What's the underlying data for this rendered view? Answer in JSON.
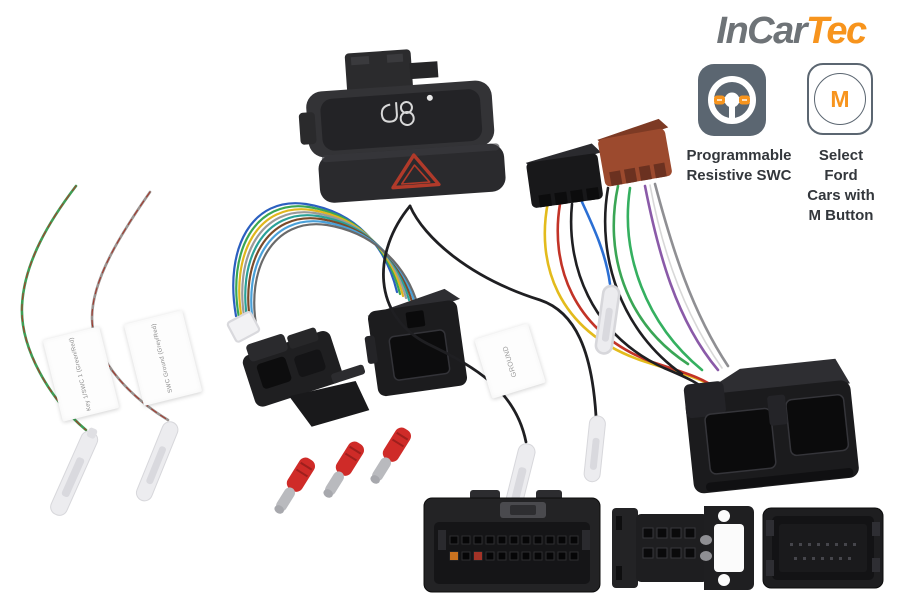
{
  "brand": {
    "text_primary": "InCar",
    "text_accent": "Tec",
    "primary_color": "#6e7377",
    "accent_color": "#f7941d"
  },
  "features": [
    {
      "icon": "steering-wheel-icon",
      "label": "Programmable Resistive SWC"
    },
    {
      "icon": "m-button-icon",
      "badge": "M",
      "label": "Select Ford Cars with M Button"
    }
  ],
  "wire_flags": [
    {
      "text": "Key 1/SWC 1 (Green/Red)"
    },
    {
      "text": "SWC Ground (Grey/Red)"
    },
    {
      "text": "GROUND"
    }
  ],
  "icons": [
    "steering-wheel-icon",
    "m-button-icon",
    "hazard-triangle-icon",
    "lock-glyph-icon"
  ],
  "colors": {
    "background": "#ffffff",
    "connector_black": "#1d1d1f",
    "iso_brown": "#9c4a2e",
    "bullet_red": "#cf2b28",
    "hazard_red": "#b03a2a",
    "wire_green": "#3aa655",
    "wire_blue": "#2b6fd4",
    "wire_yellow": "#e3bb1c",
    "wire_red": "#c23327",
    "wire_purple": "#8a5aa8",
    "wire_gray": "#9a9a9a",
    "wire_brown": "#7b4b2a",
    "wire_teal": "#2aa198",
    "wire_black": "#1f1f22"
  }
}
